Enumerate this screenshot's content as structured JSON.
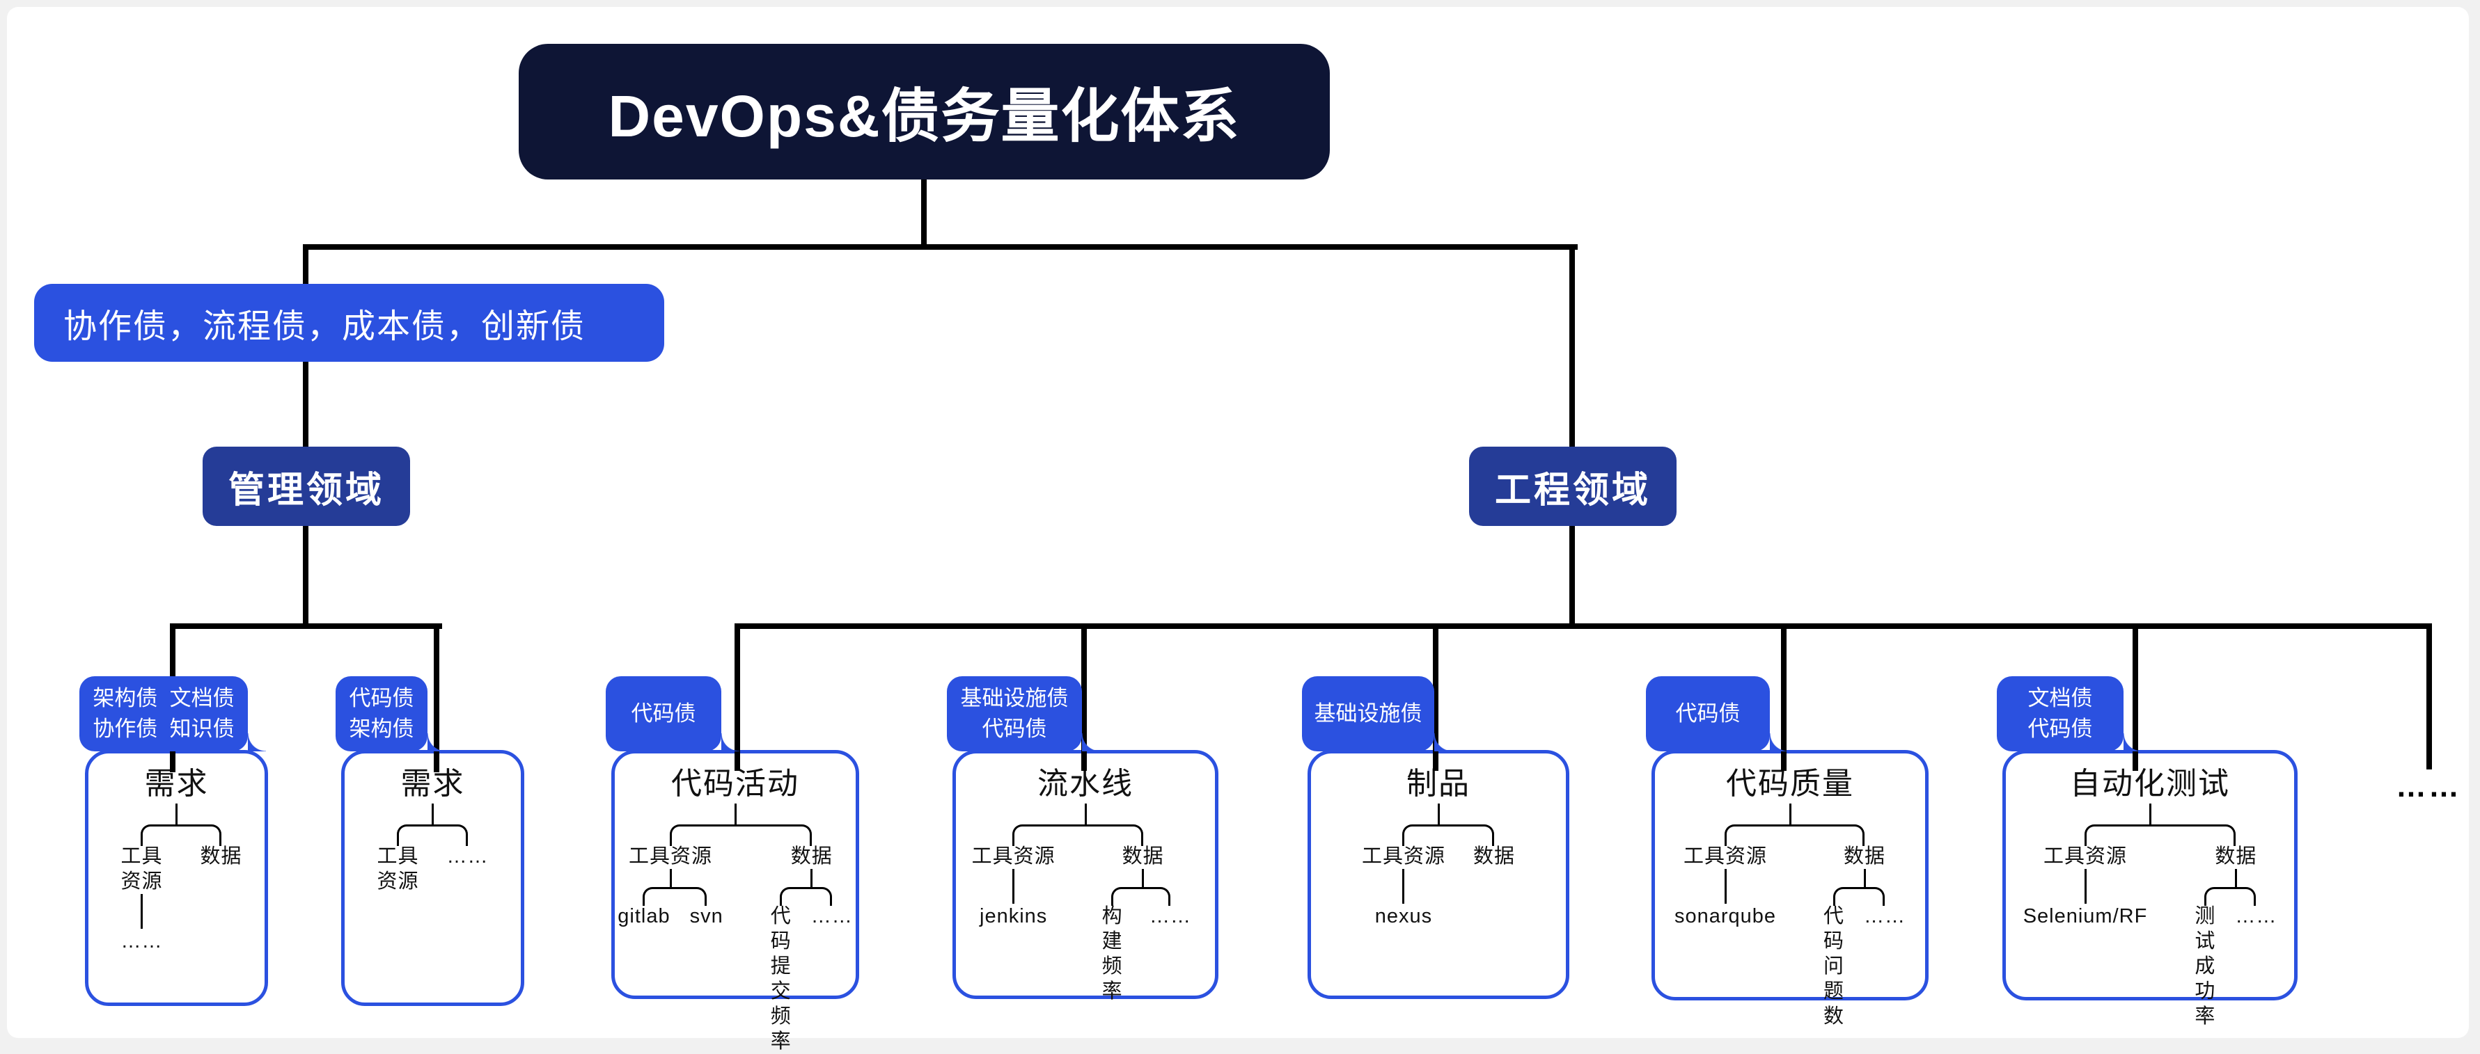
{
  "colors": {
    "background": "#f1f1f1",
    "canvas": "#ffffff",
    "root_bg": "#0e1535",
    "domain_bg": "#253c97",
    "accent_blue": "#2b51e0",
    "line": "#000000"
  },
  "root": {
    "title": "DevOps&债务量化体系"
  },
  "management": {
    "label": "管理领域",
    "debt_note": "协作债，流程债，成本债，创新债",
    "children": [
      {
        "debts": [
          "架构债  文档债",
          "协作债  知识债"
        ],
        "node": {
          "title": "需求",
          "children": [
            {
              "lines": [
                "工具",
                "资源"
              ],
              "children": [
                {
                  "label": "……"
                }
              ]
            },
            {
              "label": "数据"
            }
          ]
        }
      },
      {
        "debts": [
          "代码债",
          "架构债"
        ],
        "node": {
          "title": "需求",
          "children": [
            {
              "lines": [
                "工具",
                "资源"
              ]
            },
            {
              "label": "……"
            }
          ]
        }
      }
    ]
  },
  "engineering": {
    "label": "工程领域",
    "more": "……",
    "children": [
      {
        "debts": [
          "代码债"
        ],
        "node": {
          "title": "代码活动",
          "children": [
            {
              "label": "工具资源",
              "children": [
                {
                  "label": "gitlab"
                },
                {
                  "label": "svn"
                }
              ]
            },
            {
              "label": "数据",
              "children": [
                {
                  "lines": [
                    "代码",
                    "提交频率"
                  ]
                },
                {
                  "label": "……"
                }
              ]
            }
          ]
        }
      },
      {
        "debts": [
          "基础设施债",
          "代码债"
        ],
        "node": {
          "title": "流水线",
          "children": [
            {
              "label": "工具资源",
              "children": [
                {
                  "label": "jenkins"
                }
              ]
            },
            {
              "label": "数据",
              "children": [
                {
                  "label": "构建频率"
                },
                {
                  "label": "……"
                }
              ]
            }
          ]
        }
      },
      {
        "debts": [
          "基础设施债"
        ],
        "node": {
          "title": "制品",
          "children": [
            {
              "label": "工具资源",
              "children": [
                {
                  "label": "nexus"
                }
              ]
            },
            {
              "label": "数据"
            }
          ]
        }
      },
      {
        "debts": [
          "代码债"
        ],
        "node": {
          "title": "代码质量",
          "children": [
            {
              "label": "工具资源",
              "children": [
                {
                  "label": "sonarqube"
                }
              ]
            },
            {
              "label": "数据",
              "children": [
                {
                  "label": "代码问题数"
                },
                {
                  "label": "……"
                }
              ]
            }
          ]
        }
      },
      {
        "debts": [
          "文档债",
          "代码债"
        ],
        "node": {
          "title": "自动化测试",
          "children": [
            {
              "label": "工具资源",
              "children": [
                {
                  "label": "Selenium/RF"
                }
              ]
            },
            {
              "label": "数据",
              "children": [
                {
                  "label": "测试成功率"
                },
                {
                  "label": "……"
                }
              ]
            }
          ]
        }
      }
    ]
  }
}
